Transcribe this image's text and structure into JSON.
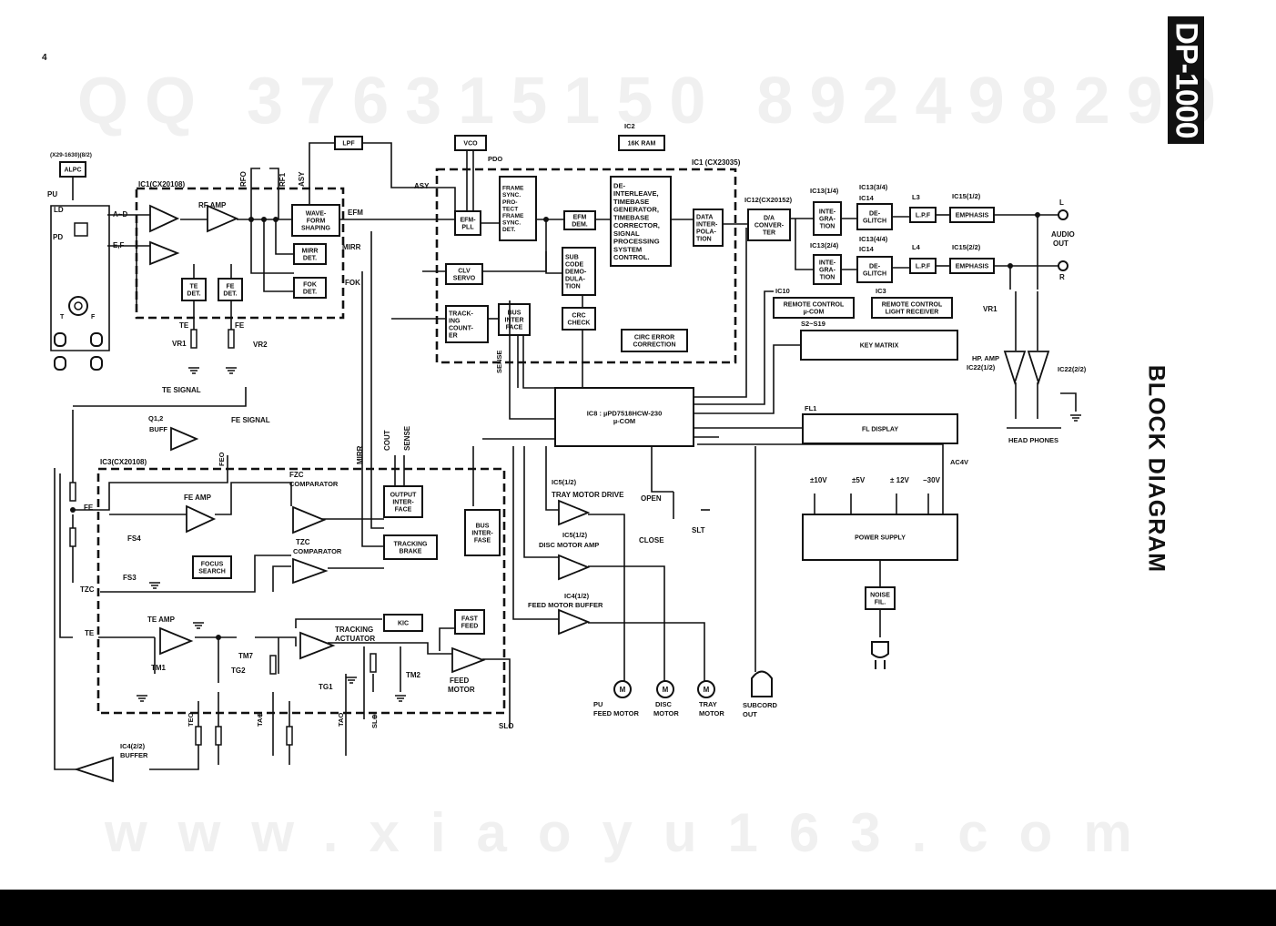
{
  "page_number": "4",
  "model": "DP-1000",
  "title": "BLOCK DIAGRAM",
  "watermarks": {
    "top": "QQ 376315150 892498299",
    "bottom": "www.xiaoyu163.com"
  },
  "blocks": [
    {
      "id": "alpc",
      "lines": [
        "ALPC"
      ]
    },
    {
      "id": "lpf-top",
      "lines": [
        "LPF"
      ]
    },
    {
      "id": "vco",
      "lines": [
        "VCO"
      ]
    },
    {
      "id": "ram",
      "lines": [
        "16K RAM"
      ]
    },
    {
      "id": "waveform",
      "lines": [
        "WAVE-",
        "FORM",
        "SHAPING"
      ]
    },
    {
      "id": "mirr-det",
      "lines": [
        "MIRR",
        "DET."
      ]
    },
    {
      "id": "fok-det",
      "lines": [
        "FOK",
        "DET."
      ]
    },
    {
      "id": "te-det",
      "lines": [
        "TE",
        "DET."
      ]
    },
    {
      "id": "fe-det",
      "lines": [
        "FE",
        "DET."
      ]
    },
    {
      "id": "efm-pll",
      "lines": [
        "EFM-",
        "PLL"
      ]
    },
    {
      "id": "clv",
      "lines": [
        "CLV",
        "SERVO"
      ]
    },
    {
      "id": "frame-sync",
      "lines": [
        "FRAME",
        "SYNC.",
        "PRO-",
        "TECT",
        "FRAME",
        "SYNC.",
        "DET."
      ]
    },
    {
      "id": "efm-dem",
      "lines": [
        "EFM",
        "DEM."
      ]
    },
    {
      "id": "deinterleave",
      "lines": [
        "DE-",
        "INTERLEAVE,",
        "TIMEBASE",
        "GENERATOR,",
        "TIMEBASE",
        "CORRECTOR,",
        "SIGNAL",
        "PROCESSING",
        "SYSTEM",
        "CONTROL."
      ]
    },
    {
      "id": "data-interp",
      "lines": [
        "DATA",
        "INTER-",
        "POLA-",
        "TION"
      ]
    },
    {
      "id": "subcode",
      "lines": [
        "SUB",
        "CODE",
        "DEMO-",
        "DULA-",
        "TION"
      ]
    },
    {
      "id": "crc",
      "lines": [
        "CRC",
        "CHECK"
      ]
    },
    {
      "id": "circ",
      "lines": [
        "CIRC ERROR",
        "CORRECTION"
      ]
    },
    {
      "id": "tracking-counter",
      "lines": [
        "TRACK-",
        "ING",
        "COUNT-",
        "ER"
      ]
    },
    {
      "id": "bus-if-top",
      "lines": [
        "BUS",
        "INTER",
        "FACE"
      ]
    },
    {
      "id": "da",
      "lines": [
        "D/A",
        "CONVER-",
        "TER"
      ]
    },
    {
      "id": "integ-l",
      "lines": [
        "INTE-",
        "GRA-",
        "TION"
      ]
    },
    {
      "id": "integ-r",
      "lines": [
        "INTE-",
        "GRA-",
        "TION"
      ]
    },
    {
      "id": "deglitch-l",
      "lines": [
        "DE-",
        "GLITCH"
      ]
    },
    {
      "id": "deglitch-r",
      "lines": [
        "DE-",
        "GLITCH"
      ]
    },
    {
      "id": "lpf-l",
      "lines": [
        "L.P.F"
      ]
    },
    {
      "id": "lpf-r",
      "lines": [
        "L.P.F"
      ]
    },
    {
      "id": "emph-l",
      "lines": [
        "EMPHASIS"
      ]
    },
    {
      "id": "emph-r",
      "lines": [
        "EMPHASIS"
      ]
    },
    {
      "id": "remote-com",
      "lines": [
        "REMOTE CONTROL",
        "µ-COM"
      ]
    },
    {
      "id": "remote-rx",
      "lines": [
        "REMOTE CONTROL",
        "LIGHT RECEIVER"
      ]
    },
    {
      "id": "key-matrix",
      "lines": [
        "KEY MATRIX"
      ]
    },
    {
      "id": "mcu",
      "lines": [
        "IC8 : µPD7518HCW-230",
        "µ-COM"
      ]
    },
    {
      "id": "fl-display",
      "lines": [
        "FL DISPLAY"
      ]
    },
    {
      "id": "power",
      "lines": [
        "POWER SUPPLY"
      ]
    },
    {
      "id": "noise",
      "lines": [
        "NOISE",
        "FIL."
      ]
    },
    {
      "id": "output-if",
      "lines": [
        "OUTPUT",
        "INTER-",
        "FACE"
      ]
    },
    {
      "id": "tracking-brake",
      "lines": [
        "TRACKING",
        "BRAKE"
      ]
    },
    {
      "id": "bus-if-low",
      "lines": [
        "BUS",
        "INTER-",
        "FASE"
      ]
    },
    {
      "id": "focus-search",
      "lines": [
        "FOCUS",
        "SEARCH"
      ]
    },
    {
      "id": "kic",
      "lines": [
        "KIC"
      ]
    },
    {
      "id": "fast-feed",
      "lines": [
        "FAST",
        "FEED"
      ]
    }
  ],
  "labels": {
    "x29": "(X29-1630)(8/2)",
    "pu": "PU",
    "ld": "LD",
    "pd": "PD",
    "a_d": "A~D",
    "e_f": "E,F",
    "t_lbl": "T",
    "f_lbl": "F",
    "ic1a": "IC1(CX20108)",
    "rf_amp": "RF AMP",
    "rfo": "RFO",
    "rf1": "RF1",
    "asy": "ASY",
    "asy2": "ASY",
    "efm": "EFM",
    "mirr": "MIRR",
    "fok": "FOK",
    "te": "TE",
    "fe": "FE",
    "vr1": "VR1",
    "vr2": "VR2",
    "te_signal": "TE SIGNAL",
    "fe_signal": "FE SIGNAL",
    "q12": "Q1,2",
    "buff": "BUFF",
    "feo": "FEO",
    "ic3": "IC3(CX20108)",
    "fe_amp": "FE AMP",
    "fe_in": "FE",
    "fs4": "FS4",
    "fs3": "FS3",
    "tzc": "TZC",
    "fzc": "FZC",
    "comparator": "COMPARATOR",
    "tzc2": "TZC",
    "comparator2": "COMPARATOR",
    "mirr_v": "MIRR",
    "cout": "COUT",
    "sense_v": "SENSE",
    "sense_v2": "SENSE",
    "pdo": "PDO",
    "ic2": "IC2",
    "ic1b": "IC1 (CX23035)",
    "ic12": "IC12(CX20152)",
    "ic13a": "IC13(1/4)",
    "ic14a": "IC14",
    "ic13b": "IC13(3/4)",
    "ic14b": "IC14",
    "ic13c": "IC13(2/4)",
    "ic13d": "IC13(4/4)",
    "l3": "L3",
    "l4": "L4",
    "ic15a": "IC15(1/2)",
    "ic15b": "IC15(2/2)",
    "l_out": "L",
    "r_out": "R",
    "audio": "AUDIO",
    "out": "OUT",
    "ic10": "IC10",
    "ic3b": "IC3",
    "s2": "S2~S19",
    "vr1b": "VR1",
    "hp_amp": "HP. AMP",
    "ic22a": "IC22(1/2)",
    "ic22b": "IC22(2/2)",
    "headphones": "HEAD PHONES",
    "fl1": "FL1",
    "ac4v": "AC4V",
    "v10": "±10V",
    "v5": "±5V",
    "v12": "± 12V",
    "v30": "−30V",
    "ic5a": "IC5(1/2)",
    "tray_drive": "TRAY MOTOR DRIVE",
    "ic5b": "IC5(1/2)",
    "disc_amp": "DISC MOTOR AMP",
    "ic4a": "IC4(1/2)",
    "feed_buf": "FEED MOTOR BUFFER",
    "open": "OPEN",
    "close": "CLOSE",
    "slt": "SLT",
    "te_amp": "TE AMP",
    "te2": "TE",
    "tm1": "TM1",
    "tg2": "TG2",
    "tm7": "TM7",
    "tracking_act": "TRACKING",
    "actuator": "ACTUATOR",
    "tg1": "TG1",
    "tm2": "TM2",
    "feed": "FEED",
    "motor": "MOTOR",
    "teo": "TEO",
    "ta": "TA⊕",
    "tao": "TAO",
    "sl": "SL⊕",
    "slo": "SLO",
    "ic4b": "IC4(2/2)",
    "buffer": "BUFFER",
    "pu_m": "PU",
    "feed_motor": "FEED MOTOR",
    "disc": "DISC",
    "motor2": "MOTOR",
    "tray": "TRAY",
    "motor3": "MOTOR",
    "subcord": "SUBCORD",
    "out2": "OUT",
    "m": "M"
  }
}
